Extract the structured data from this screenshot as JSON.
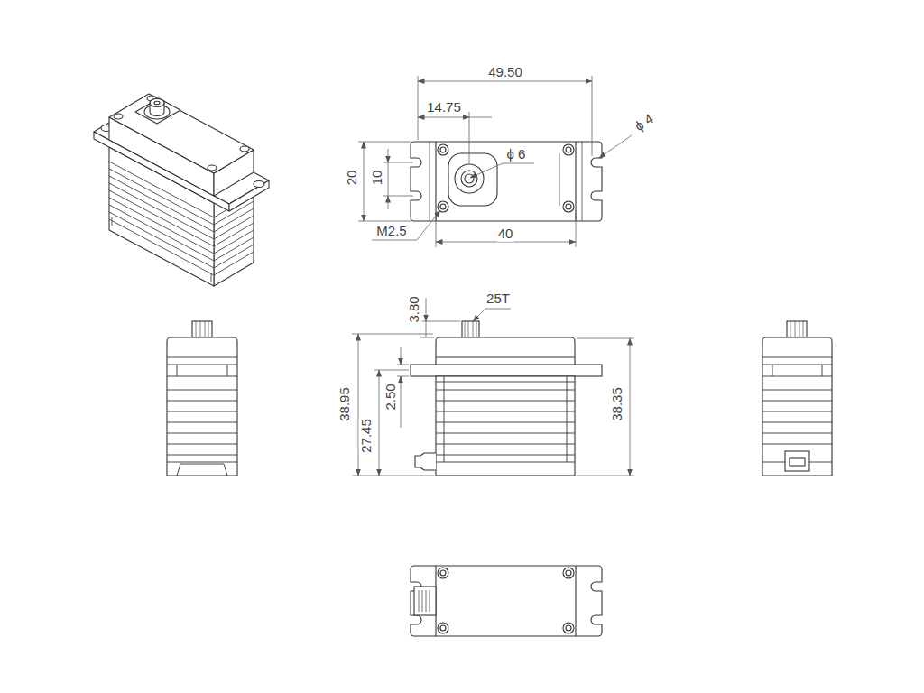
{
  "diagram": {
    "labels": [
      "49.50",
      "14.75",
      "ϕ 4",
      "20",
      "10",
      "ϕ 6",
      "M2.5",
      "40",
      "25T",
      "3.80",
      "38.95",
      "27.45",
      "2.50",
      "38.35"
    ]
  }
}
